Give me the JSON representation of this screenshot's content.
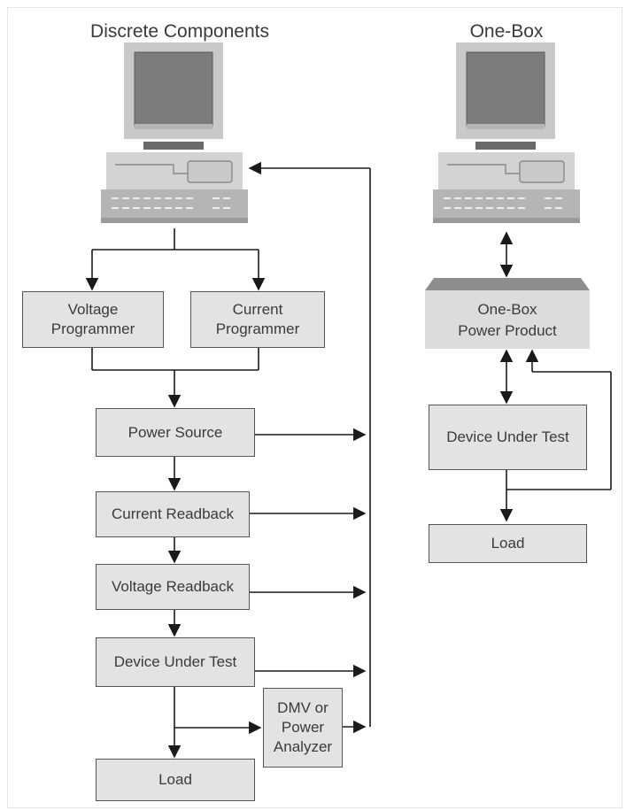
{
  "titles": {
    "left": "Discrete Components",
    "right": "One-Box"
  },
  "discrete": {
    "voltage_programmer": "Voltage\nProgrammer",
    "current_programmer": "Current\nProgrammer",
    "power_source": "Power Source",
    "current_readback": "Current Readback",
    "voltage_readback": "Voltage Readback",
    "device_under_test": "Device Under Test",
    "dmv_analyzer": "DMV or\nPower\nAnalyzer",
    "load": "Load"
  },
  "onebox": {
    "power_product": "One-Box\nPower Product",
    "device_under_test": "Device Under Test",
    "load": "Load"
  },
  "colors": {
    "box_fill": "#e3e3e3",
    "box_border": "#555555",
    "line": "#1a1a1a",
    "computer_body": "#c9c9c9",
    "computer_screen": "#7c7c7c"
  },
  "icons": {
    "computer": "desktop-computer-icon"
  }
}
